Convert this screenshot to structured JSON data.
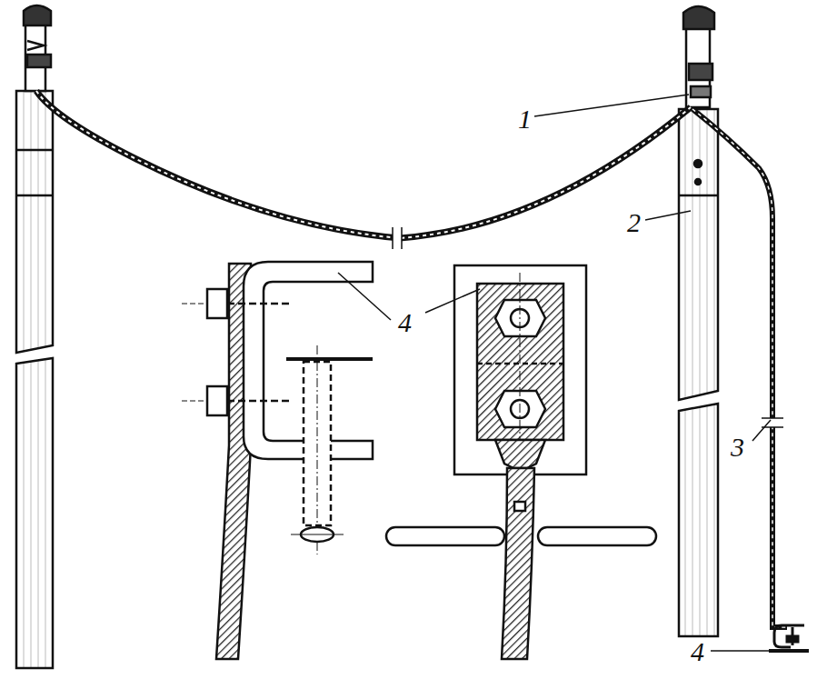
{
  "diagram": {
    "labels": [
      "1",
      "2",
      "4",
      "3",
      "4"
    ]
  }
}
